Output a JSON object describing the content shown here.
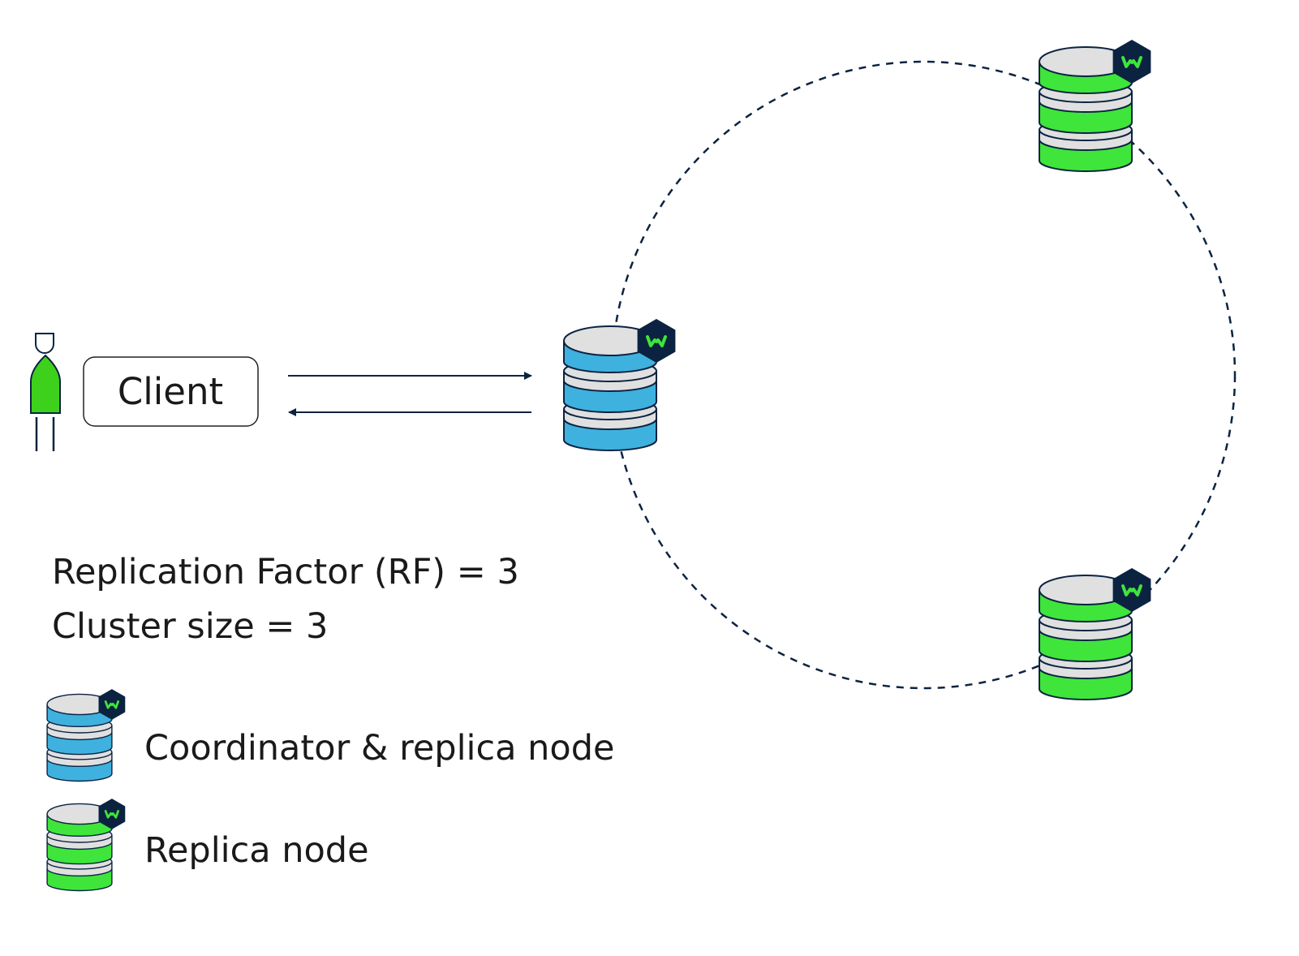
{
  "client": {
    "label": "Client"
  },
  "info": {
    "line1": "Replication Factor (RF) = 3",
    "line2": "Cluster size  = 3"
  },
  "legend": {
    "coordinator": "Coordinator & replica node",
    "replica": "Replica node"
  },
  "nodes": [
    {
      "role": "coordinator",
      "icon": "database-coordinator-icon"
    },
    {
      "role": "replica",
      "icon": "database-replica-icon"
    },
    {
      "role": "replica",
      "icon": "database-replica-icon"
    }
  ],
  "colors": {
    "coordinator_fill": "#3fb1de",
    "replica_fill": "#3fe53a",
    "disk_top": "#e0e0e0",
    "outline": "#0b2341",
    "badge": "#0b2341",
    "badge_glyph": "#3fe53a",
    "person_body": "#3ed11c",
    "arrow": "#0b2341"
  }
}
